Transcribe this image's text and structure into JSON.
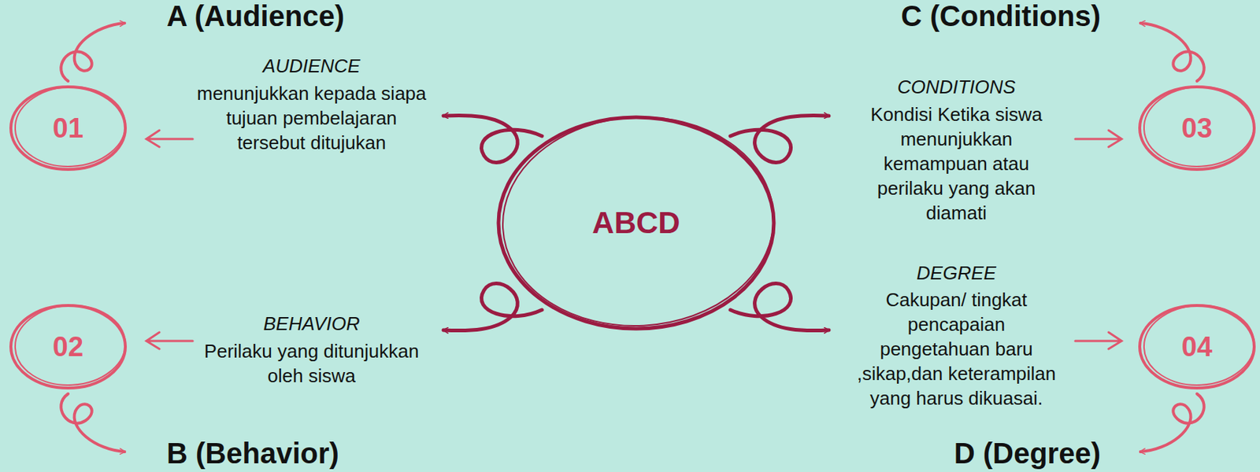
{
  "diagram": {
    "nodes": [
      {
        "text": [
          "01"
        ]
      },
      {
        "text": [
          "03"
        ]
      },
      {
        "text": [
          "ABCD"
        ]
      },
      {
        "text": [
          "02"
        ]
      },
      {
        "text": [
          "04"
        ]
      }
    ],
    "labels": [
      "A (Audience)",
      "AUDIENCE",
      "menunjukkan kepada siapa tujuan pembelajaran tersebut ditujukan",
      "C (Conditions)",
      "CONDITIONS",
      "Kondisi Ketika siswa menunjukkan kemampuan atau perilaku yang akan diamati",
      "DEGREE",
      "Cakupan/ tingkat pencapaian pengetahuan baru ,sikap,dan keterampilan yang harus dikuasai.",
      "BEHAVIOR",
      "Perilaku yang ditunjukkan oleh siswa",
      "B (Behavior)",
      "D (Degree)"
    ]
  }
}
